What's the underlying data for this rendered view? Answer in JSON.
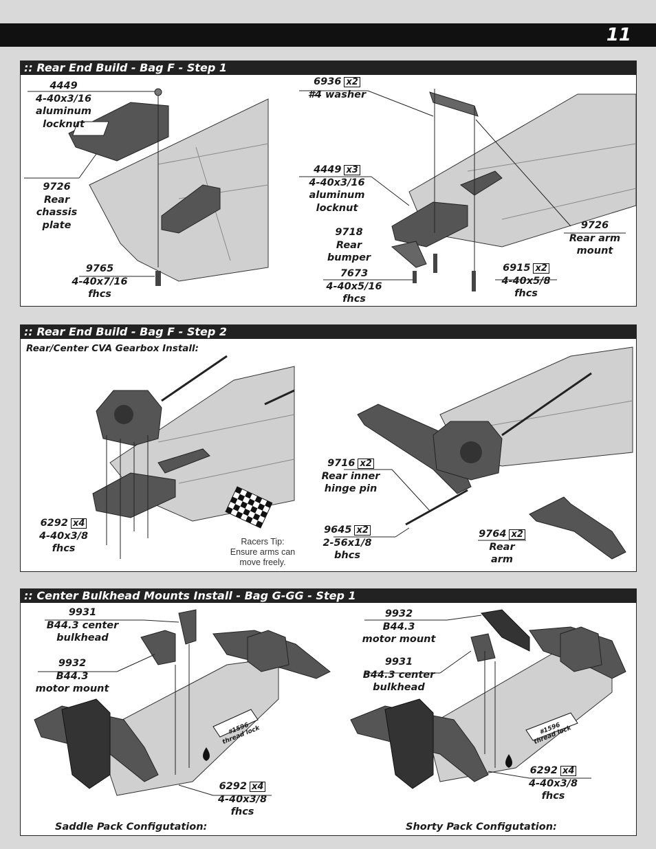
{
  "page": {
    "number": "11"
  },
  "step1": {
    "title": ":: Rear End Build - Bag F - Step 1",
    "locknut_a": {
      "part": "4449",
      "l1": "4-40x3/16",
      "l2": "aluminum",
      "l3": "locknut"
    },
    "chassis": {
      "part": "9726",
      "l1": "Rear",
      "l2": "chassis",
      "l3": "plate"
    },
    "fhcs_a": {
      "part": "9765",
      "l1": "4-40x7/16",
      "l2": "fhcs"
    },
    "washer": {
      "part": "6936",
      "qty": "x2",
      "l1": "#4 washer"
    },
    "locknut_b": {
      "part": "4449",
      "qty": "x3",
      "l1": "4-40x3/16",
      "l2": "aluminum",
      "l3": "locknut"
    },
    "bumper": {
      "part": "9718",
      "l1": "Rear",
      "l2": "bumper"
    },
    "fhcs_b": {
      "part": "7673",
      "l1": "4-40x5/16",
      "l2": "fhcs"
    },
    "arm_mount": {
      "part": "9726",
      "l1": "Rear arm",
      "l2": "mount"
    },
    "fhcs_c": {
      "part": "6915",
      "qty": "x2",
      "l1": "4-40x5/8",
      "l2": "fhcs"
    }
  },
  "step2": {
    "title": ":: Rear End Build - Bag F - Step 2",
    "subtitle": "Rear/Center CVA Gearbox Install:",
    "fhcs": {
      "part": "6292",
      "qty": "x4",
      "l1": "4-40x3/8",
      "l2": "fhcs"
    },
    "tip": {
      "l1": "Racers Tip:",
      "l2": "Ensure arms can",
      "l3": "move freely."
    },
    "hinge": {
      "part": "9716",
      "qty": "x2",
      "l1": "Rear inner",
      "l2": "hinge pin"
    },
    "bhcs": {
      "part": "9645",
      "qty": "x2",
      "l1": "2-56x1/8",
      "l2": "bhcs"
    },
    "arm": {
      "part": "9764",
      "qty": "x2",
      "l1": "Rear",
      "l2": "arm"
    }
  },
  "step3": {
    "title": ":: Center Bulkhead Mounts Install - Bag G-GG - Step 1",
    "left_bulkhead": {
      "part": "9931",
      "l1": "B44.3 center",
      "l2": "bulkhead"
    },
    "left_motor": {
      "part": "9932",
      "l1": "B44.3",
      "l2": "motor mount"
    },
    "left_fhcs": {
      "part": "6292",
      "qty": "x4",
      "l1": "4-40x3/8",
      "l2": "fhcs"
    },
    "right_motor": {
      "part": "9932",
      "l1": "B44.3",
      "l2": "motor mount"
    },
    "right_bulkhead": {
      "part": "9931",
      "l1": "B44.3 center",
      "l2": "bulkhead"
    },
    "right_fhcs": {
      "part": "6292",
      "qty": "x4",
      "l1": "4-40x3/8",
      "l2": "fhcs"
    },
    "threadlock": {
      "l1": "#1596",
      "l2": "thread lock"
    },
    "saddle": "Saddle Pack  Configutation:",
    "shorty": "Shorty Pack  Configutation:"
  },
  "colors": {
    "band": "#111111",
    "plate": "#c8c8c8",
    "part": "#4a4a4a"
  }
}
